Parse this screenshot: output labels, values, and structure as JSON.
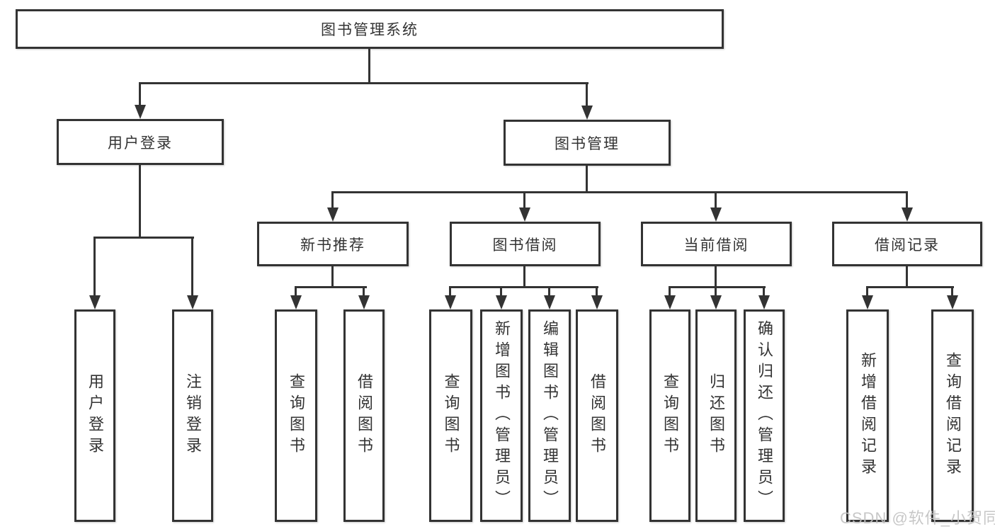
{
  "diagram": {
    "type": "hierarchy",
    "title": "图书管理系统",
    "colors": {
      "line": "#333333",
      "box_background": "#ffffff",
      "text": "#333333",
      "watermark": "#c2c2c2"
    },
    "tree": {
      "label": "图书管理系统",
      "children": [
        {
          "label": "用户登录",
          "children": [
            {
              "label": "用户登录"
            },
            {
              "label": "注销登录"
            }
          ]
        },
        {
          "label": "图书管理",
          "children": [
            {
              "label": "新书推荐",
              "children": [
                {
                  "label": "查询图书"
                },
                {
                  "label": "借阅图书"
                }
              ]
            },
            {
              "label": "图书借阅",
              "children": [
                {
                  "label": "查询图书"
                },
                {
                  "label": "新增图书（管理员）"
                },
                {
                  "label": "编辑图书（管理员）"
                },
                {
                  "label": "借阅图书"
                }
              ]
            },
            {
              "label": "当前借阅",
              "children": [
                {
                  "label": "查询图书"
                },
                {
                  "label": "归还图书"
                },
                {
                  "label": "确认归还（管理员）"
                }
              ]
            },
            {
              "label": "借阅记录",
              "children": [
                {
                  "label": "新增借阅记录"
                },
                {
                  "label": "查询借阅记录"
                }
              ]
            }
          ]
        }
      ]
    },
    "watermark": {
      "text": "CSDN @软件_小贺同学"
    }
  }
}
